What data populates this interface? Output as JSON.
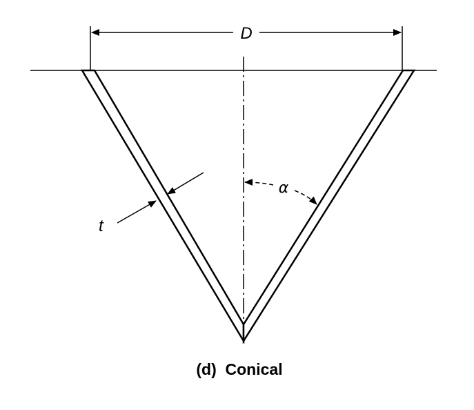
{
  "labels": {
    "diameter": "D",
    "thickness": "t",
    "angle": "α"
  },
  "caption": "(d)  Conical"
}
